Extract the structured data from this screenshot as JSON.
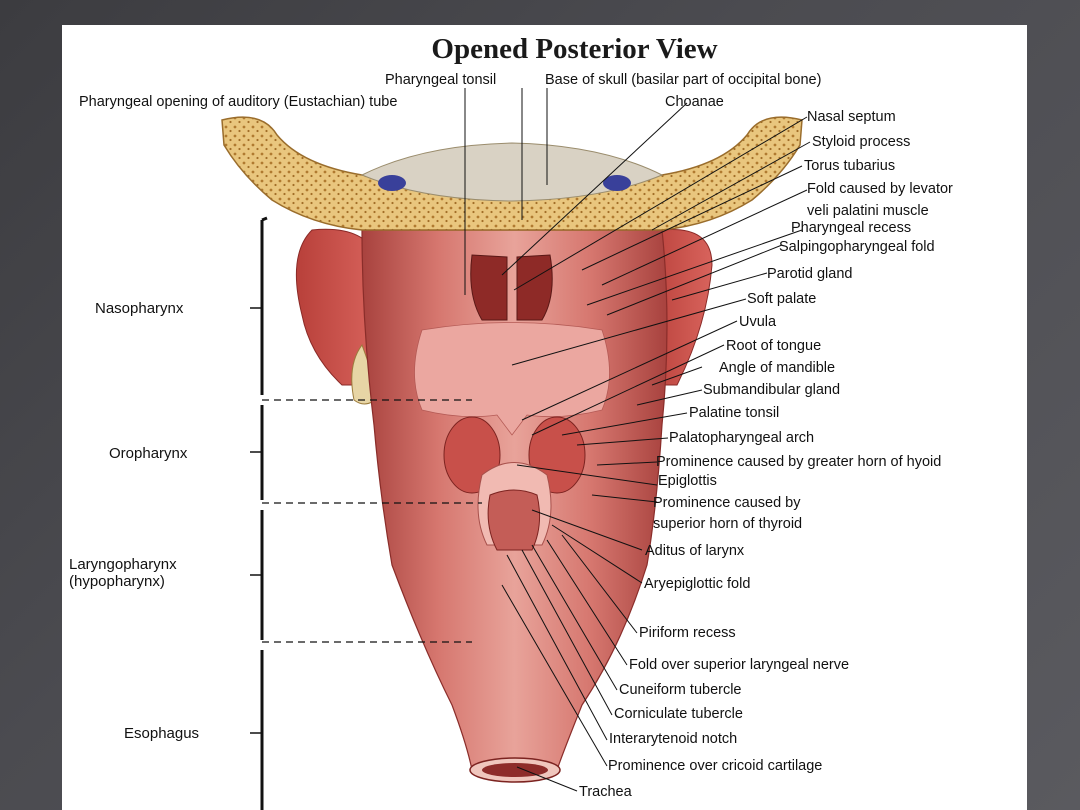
{
  "title": "Opened Posterior View",
  "regions": [
    {
      "id": "nasopharynx",
      "label": "Nasopharynx"
    },
    {
      "id": "oropharynx",
      "label": "Oropharynx"
    },
    {
      "id": "laryngopharynx",
      "label": "Laryngopharynx\n(hypopharynx)"
    },
    {
      "id": "esophagus",
      "label": "Esophagus"
    }
  ],
  "labels": [
    {
      "id": "pharyngeal-tonsil",
      "text": "Pharyngeal tonsil"
    },
    {
      "id": "base-of-skull",
      "text": "Base of skull (basilar part of occipital bone)"
    },
    {
      "id": "pharyngeal-opening",
      "text": "Pharyngeal opening of auditory (Eustachian) tube"
    },
    {
      "id": "choanae",
      "text": "Choanae"
    },
    {
      "id": "nasal-septum",
      "text": "Nasal septum"
    },
    {
      "id": "styloid-process",
      "text": "Styloid process"
    },
    {
      "id": "torus-tubarius",
      "text": "Torus tubarius"
    },
    {
      "id": "fold-levator-1",
      "text": "Fold caused by levator"
    },
    {
      "id": "fold-levator-2",
      "text": "veli palatini muscle"
    },
    {
      "id": "pharyngeal-recess",
      "text": "Pharyngeal recess"
    },
    {
      "id": "salpingopharyngeal-fold",
      "text": "Salpingopharyngeal fold"
    },
    {
      "id": "parotid-gland",
      "text": "Parotid gland"
    },
    {
      "id": "soft-palate",
      "text": "Soft palate"
    },
    {
      "id": "uvula",
      "text": "Uvula"
    },
    {
      "id": "root-of-tongue",
      "text": "Root of tongue"
    },
    {
      "id": "angle-of-mandible",
      "text": "Angle of mandible"
    },
    {
      "id": "submandibular-gland",
      "text": "Submandibular gland"
    },
    {
      "id": "palatine-tonsil",
      "text": "Palatine tonsil"
    },
    {
      "id": "palatopharyngeal-arch",
      "text": "Palatopharyngeal arch"
    },
    {
      "id": "prominence-hyoid",
      "text": "Prominence caused by greater horn of hyoid"
    },
    {
      "id": "epiglottis",
      "text": "Epiglottis"
    },
    {
      "id": "prominence-thyroid-1",
      "text": "Prominence caused by"
    },
    {
      "id": "prominence-thyroid-2",
      "text": "superior horn of thyroid"
    },
    {
      "id": "aditus-of-larynx",
      "text": "Aditus of larynx"
    },
    {
      "id": "aryepiglottic-fold",
      "text": "Aryepiglottic fold"
    },
    {
      "id": "piriform-recess",
      "text": "Piriform recess"
    },
    {
      "id": "fold-superior-laryngeal",
      "text": "Fold over superior laryngeal nerve"
    },
    {
      "id": "cuneiform-tubercle",
      "text": "Cuneiform tubercle"
    },
    {
      "id": "corniculate-tubercle",
      "text": "Corniculate tubercle"
    },
    {
      "id": "interarytenoid-notch",
      "text": "Interarytenoid notch"
    },
    {
      "id": "prominence-cricoid",
      "text": "Prominence over cricoid cartilage"
    },
    {
      "id": "trachea",
      "text": "Trachea"
    }
  ],
  "colors": {
    "tissue": "#c85a55",
    "tissue_light": "#e39a92",
    "tissue_dark": "#8e2c2a",
    "bone": "#e8c27a",
    "bone_dark": "#b9863a",
    "leader": "#111111"
  }
}
